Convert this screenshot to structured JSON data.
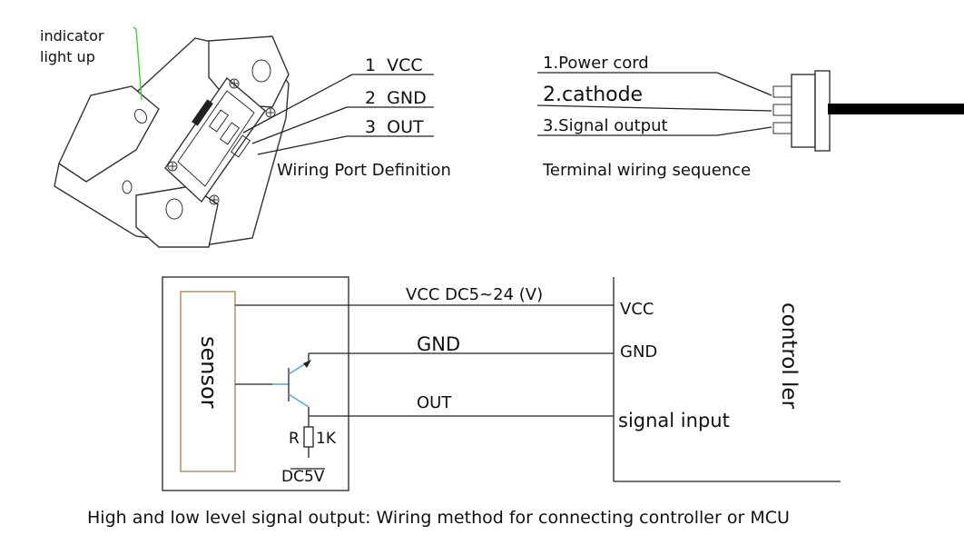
{
  "sensor_callouts": {
    "indicator_line1": "indicator",
    "indicator_line2": "light up",
    "pins": [
      "1  VCC",
      "2  GND",
      "3  OUT"
    ],
    "wiring_port_caption": "Wiring Port Definition"
  },
  "terminal": {
    "wires": [
      "1.Power cord",
      "2.cathode",
      "3.Signal output"
    ],
    "caption": "Terminal wiring sequence"
  },
  "circuit": {
    "sensor_label": "sensor",
    "vcc_line_label": "VCC DC5~24 (V)",
    "gnd_line_label": "GND",
    "out_line_label": "OUT",
    "resistor_left": "R",
    "resistor_right": "1K",
    "resistor_supply": "DC5V",
    "controller_vcc": "VCC",
    "controller_gnd": "GND",
    "controller_signal": "signal input",
    "controller_label": "control ler"
  },
  "footer_caption": "High and low level signal output: Wiring method for connecting controller or MCU",
  "colors": {
    "indicator_pointer": "#3ecf3e",
    "sensor_box_border": "#b08a5a",
    "transistor_leads": "#4aa8d8",
    "cable": "#000000"
  }
}
